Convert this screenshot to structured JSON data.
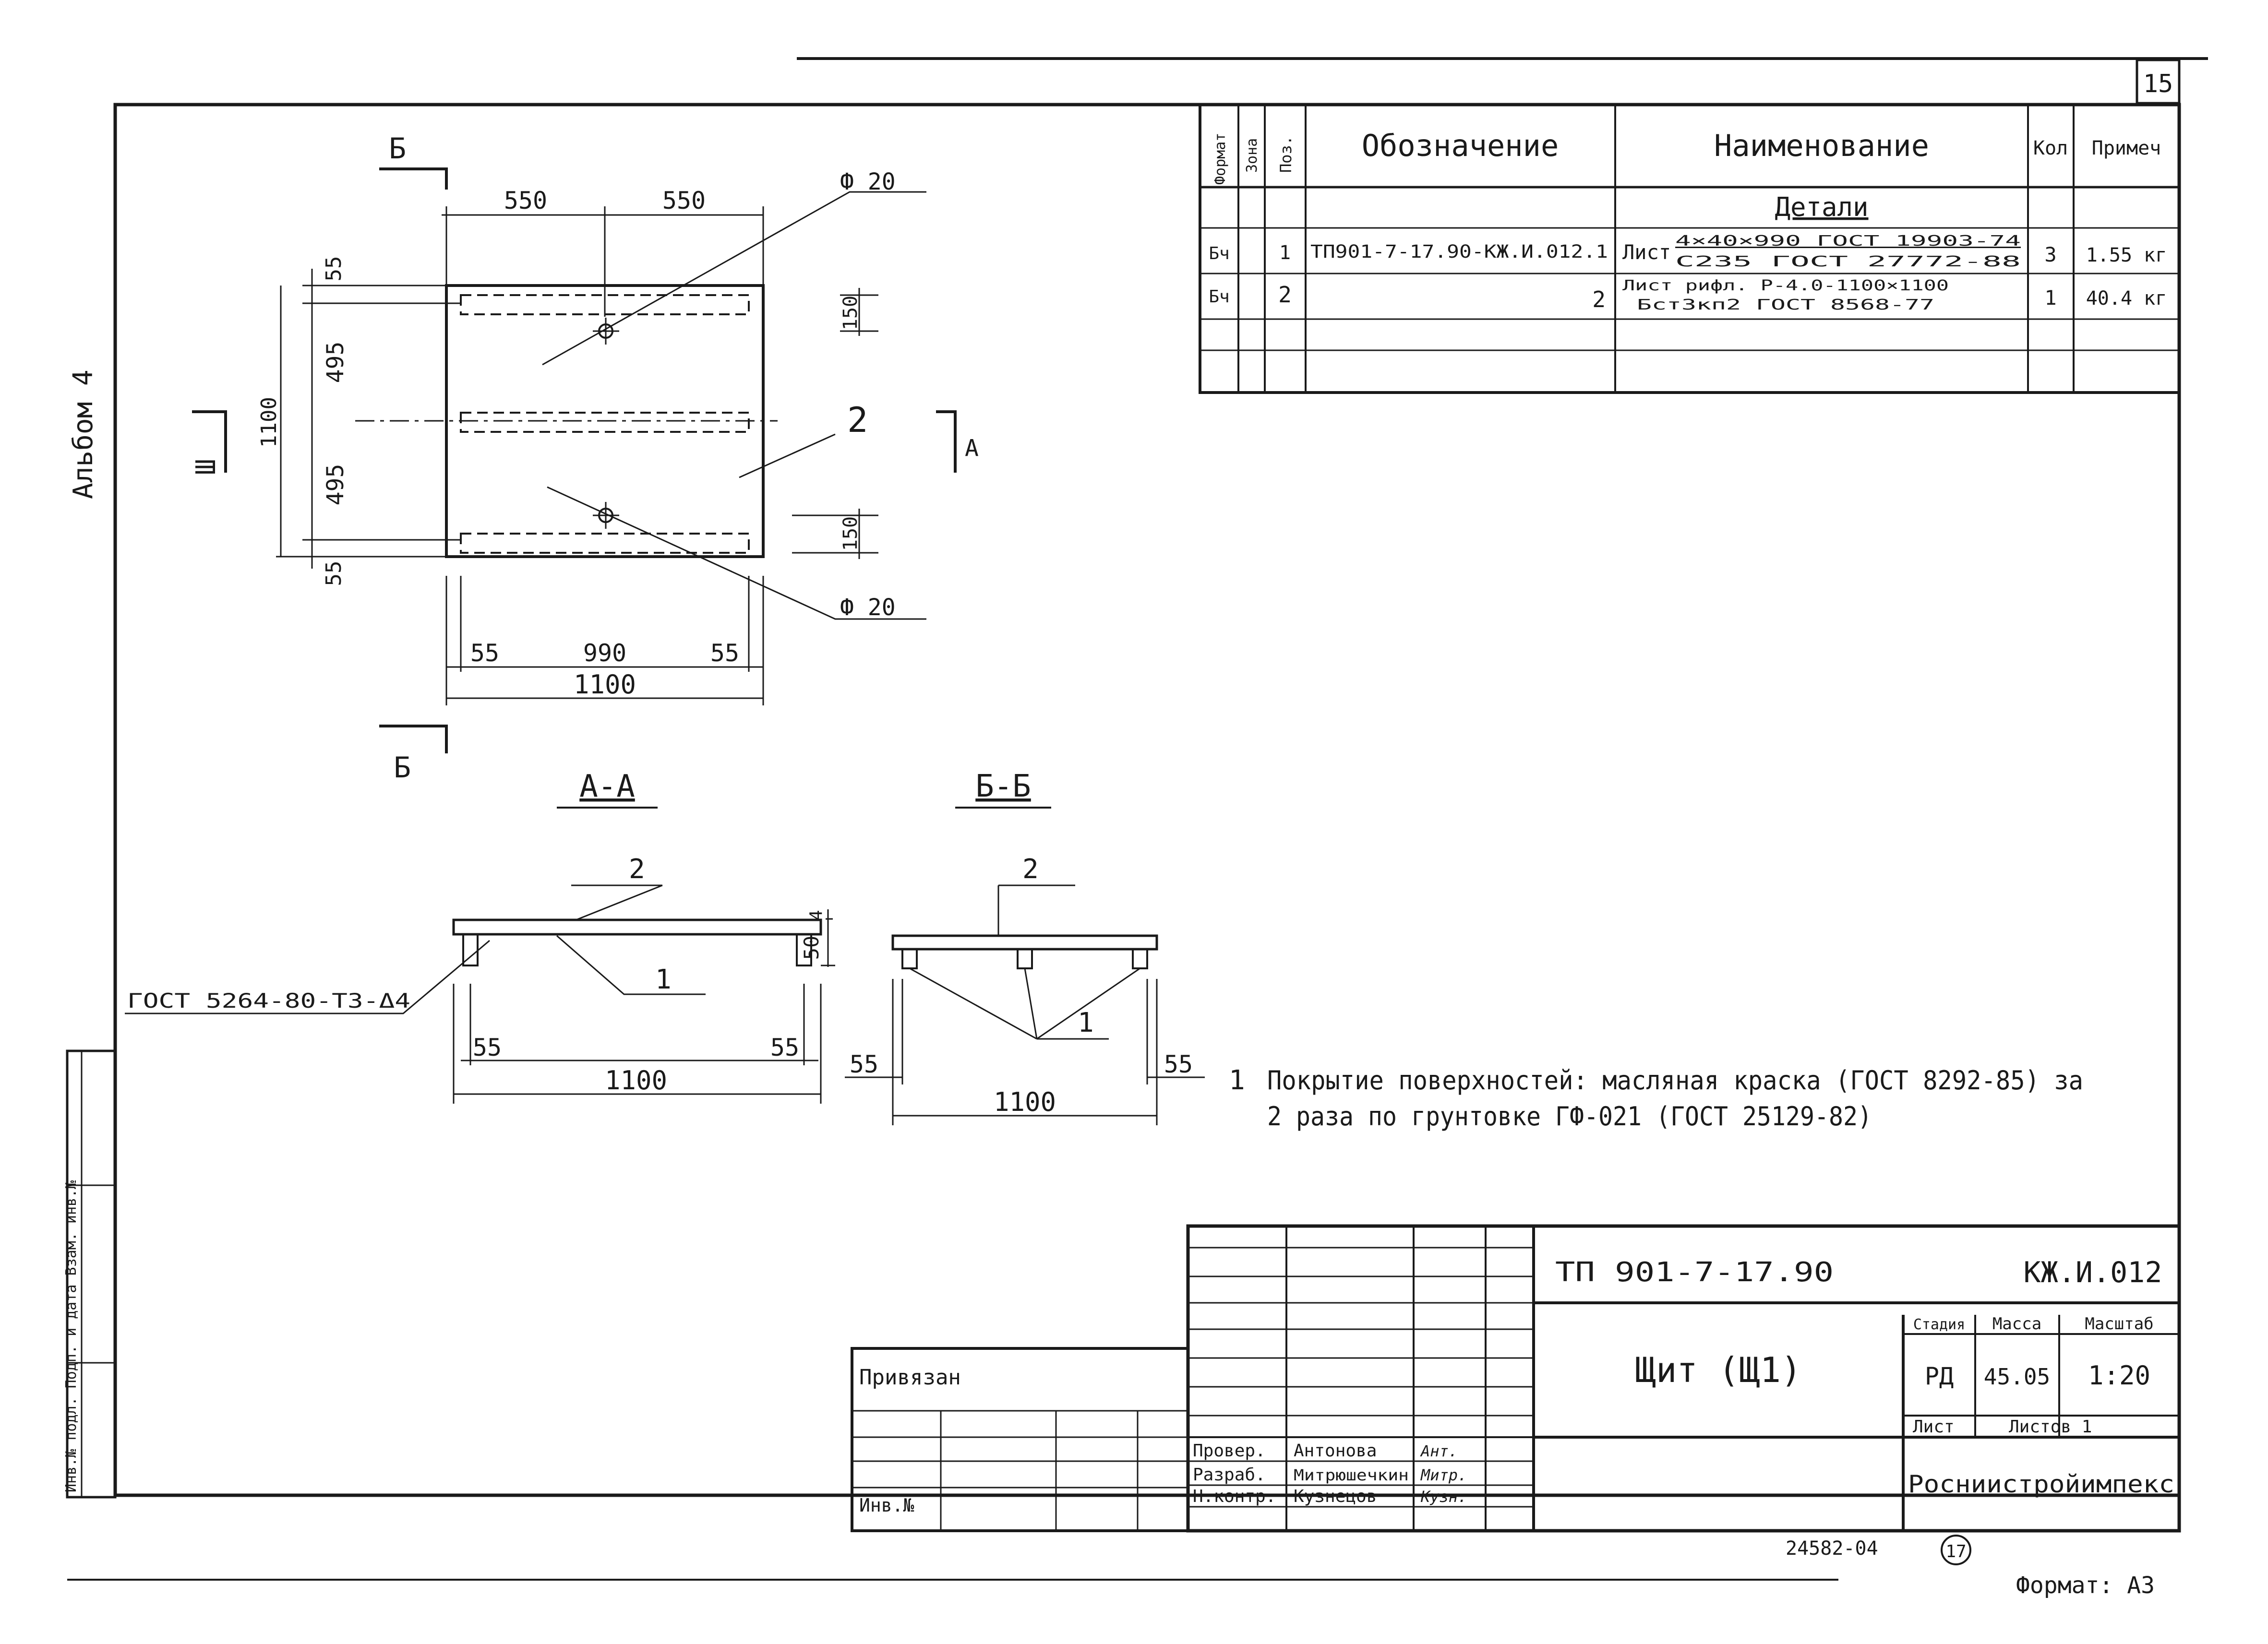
{
  "sheet": {
    "page_number": "15",
    "album_label": "Альбом 4",
    "side_stamp_text": "Инв.№ подл.   Подп. и дата   Взам. инв.№",
    "format_label": "Формат: А3",
    "archive_number": "24582-04",
    "archive_sheet_number": "17"
  },
  "spec_table": {
    "headers": {
      "format": "Формат",
      "zone": "Зона",
      "pos": "Поз.",
      "designation": "Обозначение",
      "name": "Наименование",
      "qty": "Кол",
      "note": "Примеч"
    },
    "section": "Детали",
    "rows": [
      {
        "format": "Бч",
        "zone": "",
        "pos": "1",
        "designation": "ТП901-7-17.90-КЖ.И.012.1",
        "name_prefix": "Лист",
        "name_top": "4×40×990 ГОСТ 19903-74",
        "name_bottom": "С235  ГОСТ 27772-88",
        "qty": "3",
        "note": "1.55 кг"
      },
      {
        "format": "Бч",
        "zone": "",
        "pos": "2",
        "designation": "2",
        "name_prefix": "",
        "name_top": "Лист рифл. Р-4.0-1100×1100",
        "name_bottom": "Бст3кп2 ГОСТ 8568-77",
        "qty": "1",
        "note": "40.4 кг"
      }
    ]
  },
  "plan": {
    "section_mark_top": "Б",
    "section_mark_bottom": "Б",
    "section_mark_left": "Ш",
    "section_mark_right": "А",
    "dim_550_left": "550",
    "dim_550_right": "550",
    "dim_55_top": "55",
    "dim_495_top": "495",
    "dim_1100_vertical": "1100",
    "dim_495_bottom": "495",
    "dim_55_bottom": "55",
    "dim_150_top": "150",
    "dim_150_bottom": "150",
    "hole_top_label": "Ф 20",
    "hole_bottom_label": "Ф 20",
    "pos_label": "2",
    "dim_55_left": "55",
    "dim_990": "990",
    "dim_55_right": "55",
    "dim_1100_horizontal": "1100"
  },
  "section_aa": {
    "title": "А-А",
    "pos_2": "2",
    "pos_1": "1",
    "weld_note": "ГОСТ 5264-80-Т3-Δ4",
    "dim_4": "4",
    "dim_50": "50",
    "dim_55_left": "55",
    "dim_55_right": "55",
    "dim_1100": "1100"
  },
  "section_bb": {
    "title": "Б-Б",
    "pos_2": "2",
    "pos_1": "1",
    "dim_55_left": "55",
    "dim_55_right": "55",
    "dim_1100": "1100"
  },
  "notes": {
    "number": "1",
    "line1": "Покрытие поверхностей: масляная краска (ГОСТ 8292-85) за",
    "line2": "2 раза по грунтовке ГФ-021 (ГОСТ 25129-82)"
  },
  "title_block": {
    "doc_code": "ТП 901-7-17.90",
    "doc_mark": "КЖ.И.012",
    "title": "Щит (Щ1)",
    "stage_header": "Стадия",
    "mass_header": "Масса",
    "scale_header": "Масштаб",
    "stage": "РД",
    "mass": "45.05",
    "scale": "1:20",
    "sheet_label": "Лист",
    "sheets_label": "Листов 1",
    "organization": "Росниистройимпекс",
    "privyazan": "Привязан",
    "inv_no": "Инв.№",
    "roles": [
      "Провер.",
      "Разраб.",
      "Н.контр."
    ],
    "names": [
      "Антонова",
      "Митрюшечкин",
      "Кузнецов"
    ],
    "signatures": [
      "Ант.",
      "Митр.",
      "Кузн."
    ]
  }
}
